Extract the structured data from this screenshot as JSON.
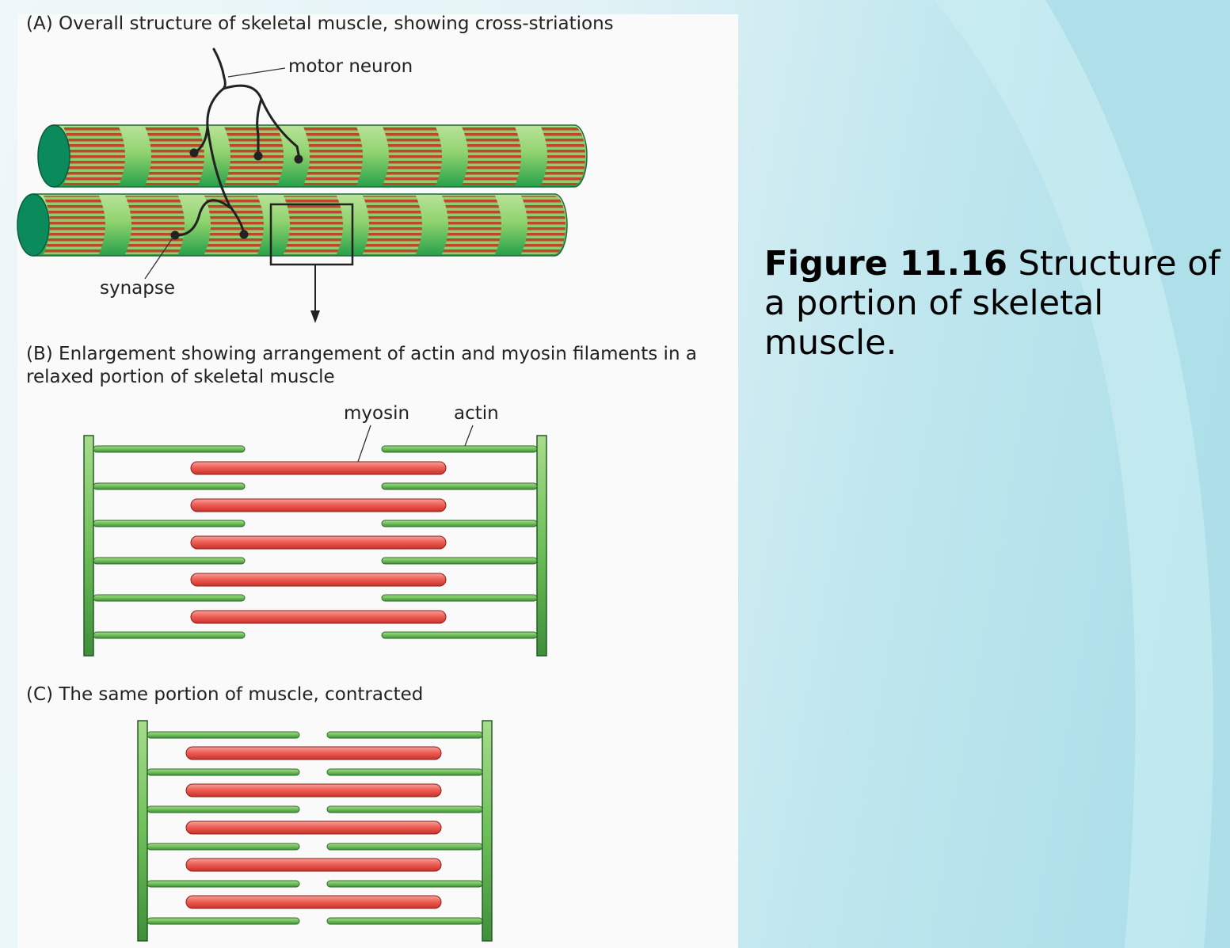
{
  "panels": {
    "a_title": "(A)  Overall structure of skeletal muscle, showing cross-striations",
    "b_title_line1": "(B)  Enlargement showing arrangement of actin and myosin filaments in a",
    "b_title_line2": "relaxed portion of skeletal muscle",
    "c_title": "(C)  The same portion of muscle, contracted"
  },
  "labels": {
    "motor_neuron": "motor neuron",
    "synapse": "synapse",
    "myosin": "myosin",
    "actin": "actin"
  },
  "caption": {
    "figure_number": "Figure 11.16",
    "text": " Structure of a portion of skeletal muscle."
  },
  "colors": {
    "fiber_green": "#3fb54a",
    "fiber_dark": "#0b8a5c",
    "striation_red": "#c0452e",
    "myosin_red": "#e8463f",
    "actin_green": "#6fbf5a",
    "zline_green": "#3c9a3a"
  }
}
